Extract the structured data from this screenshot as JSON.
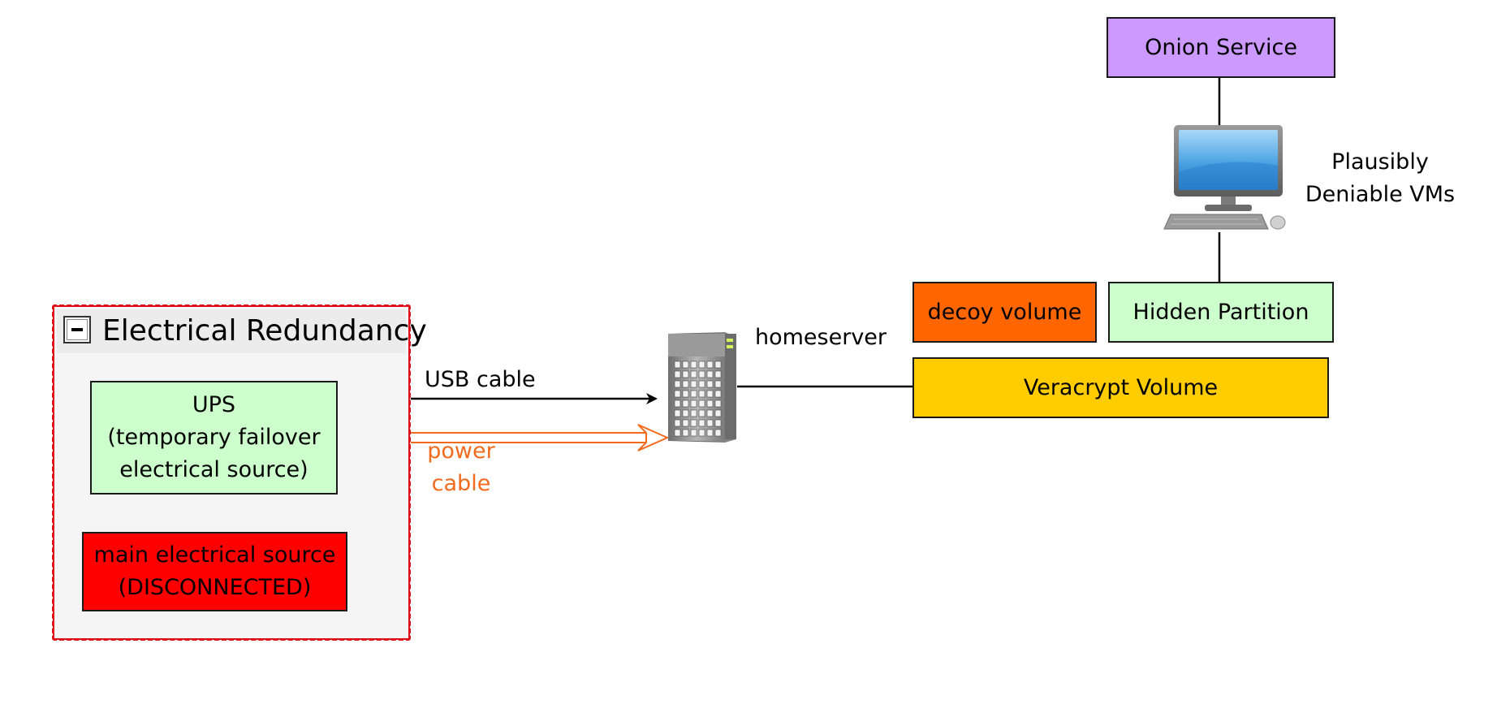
{
  "group": {
    "title": "Electrical Redundancy"
  },
  "nodes": {
    "ups": [
      "UPS",
      "(temporary failover",
      "electrical source)"
    ],
    "main_source": [
      "main electrical source",
      "(DISCONNECTED)"
    ],
    "onion_service": "Onion Service",
    "decoy_volume": "decoy volume",
    "hidden_partition": "Hidden Partition",
    "veracrypt_volume": "Veracrypt Volume"
  },
  "labels": {
    "homeserver": "homeserver",
    "vms": [
      "Plausibly",
      "Deniable VMs"
    ]
  },
  "edges": {
    "usb": "USB cable",
    "power": [
      "power",
      "cable"
    ]
  },
  "colors": {
    "ups_fill": "#ccffcc",
    "main_source_fill": "#ff0000",
    "onion_fill": "#cc99ff",
    "decoy_fill": "#ff6600",
    "hidden_fill": "#ccffcc",
    "veracrypt_fill": "#ffcc00",
    "group_border": "#e0101a",
    "power_cable": "#f26b1d"
  },
  "icons": {
    "server": "server-tower-icon",
    "computer": "desktop-computer-icon"
  }
}
